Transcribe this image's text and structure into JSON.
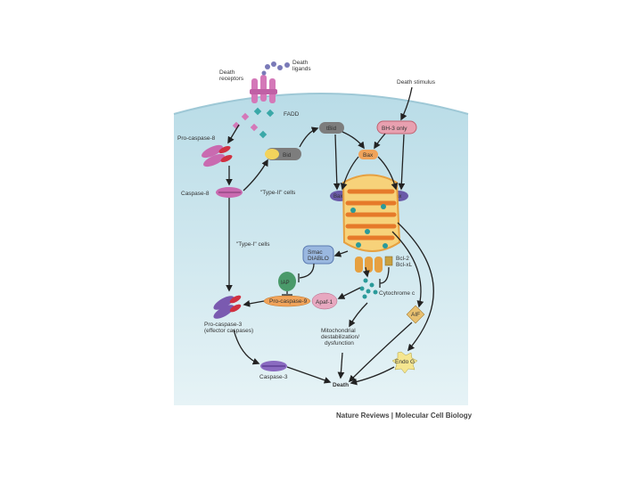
{
  "diagram": {
    "labels": {
      "death_receptors": [
        "Death",
        "receptors"
      ],
      "death_ligands": [
        "Death",
        "ligands"
      ],
      "fadd": "FADD",
      "pro_caspase_8": "Pro-caspase-8",
      "caspase_8": "Caspase-8",
      "type_ii_cells": "\"Type-II\" cells",
      "type_i_cells": "\"Type-I\" cells",
      "death_stimulus": "Death stimulus",
      "tbid": "tBid",
      "bid": "Bid",
      "bh3_only": "BH-3 only",
      "bax_mid": "Bax",
      "bax_left": "Bax",
      "bax_right": "Bax",
      "smac": [
        "Smac",
        "DIABLO"
      ],
      "iap": "IAP",
      "pro_caspase_9": "Pro-caspase-9",
      "apaf_1": "Apaf-1",
      "bcl2": [
        "Bcl-2",
        "Bcl-xL"
      ],
      "cytochrome_c": "Cytochrome c",
      "aif": "AIF",
      "pro_caspase_3": [
        "Pro-caspase-3",
        "(effector caspases)"
      ],
      "mito_dys": [
        "Mitochondrial",
        "destabilization/",
        "dysfunction"
      ],
      "endo_g": "Endo G",
      "caspase_3": "Caspase-3",
      "death": "Death"
    },
    "credit": "Nature Reviews | Molecular Cell Biology",
    "colors": {
      "cell_bg": "#cfe8ef",
      "ext_bg": "#ffffff",
      "receptor": "#d478b8",
      "caspase8": "#c96ab0",
      "bid_grey": "#7d7d7d",
      "bid_yellow": "#f3d35c",
      "bax_orange": "#f0a35a",
      "bax_purple": "#6a5aa8",
      "mito_yellow": "#f7d27a",
      "mito_orange": "#e67a2a",
      "iap_green": "#4a9a6a",
      "pc9_orange": "#f0a35a",
      "apaf_pink": "#e7a8c0",
      "pc3_purple": "#7a5ab0",
      "pc3_red": "#d03040",
      "casp3_purple": "#8a6ac0",
      "cyto_teal": "#2a9a9a",
      "aif_gold": "#e8c070",
      "endo_yellow": "#f5e690"
    }
  }
}
